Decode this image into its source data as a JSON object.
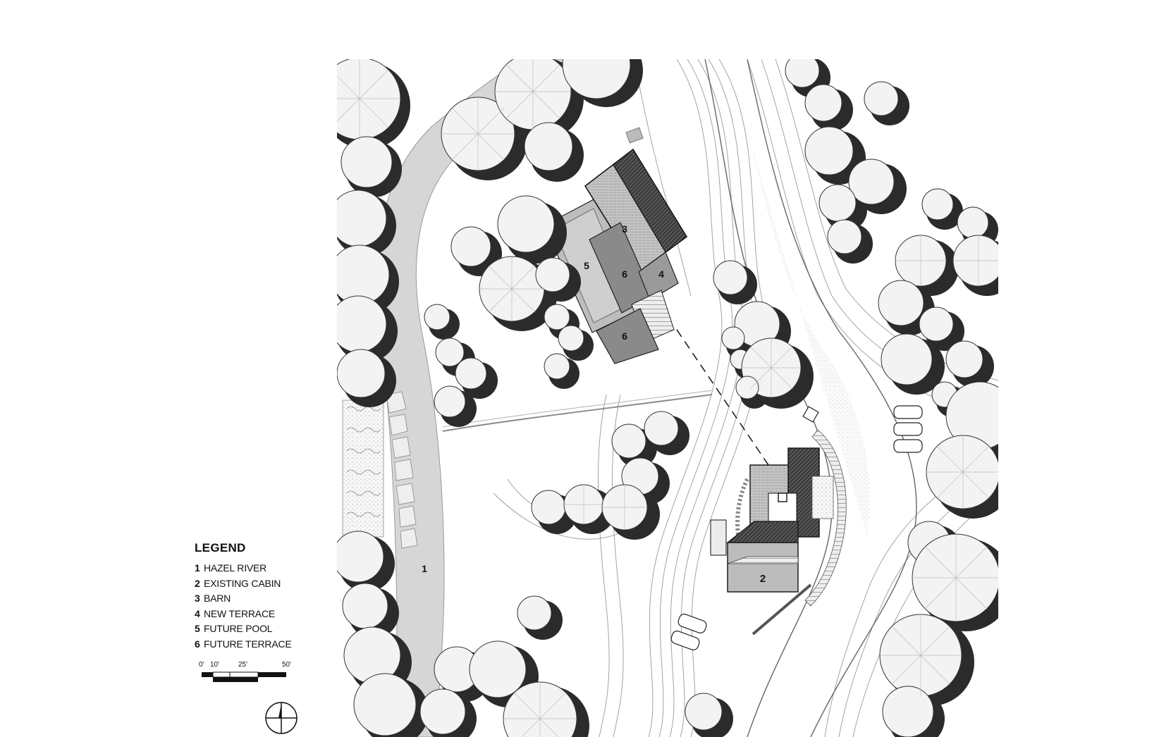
{
  "plan": {
    "labels": {
      "river": "1",
      "cabin": "2",
      "barn": "3",
      "new_terrace": "4",
      "future_pool": "5",
      "future_terrace_upper": "6",
      "future_terrace_lower": "6"
    }
  },
  "legend": {
    "title": "LEGEND",
    "items": [
      {
        "num": "1",
        "label": "HAZEL RIVER"
      },
      {
        "num": "2",
        "label": "EXISTING CABIN"
      },
      {
        "num": "3",
        "label": "BARN"
      },
      {
        "num": "4",
        "label": "NEW TERRACE"
      },
      {
        "num": "5",
        "label": "FUTURE POOL"
      },
      {
        "num": "6",
        "label": "FUTURE TERRACE"
      }
    ]
  },
  "scale": {
    "ticks": [
      "0'",
      "10'",
      "25'",
      "50'"
    ]
  },
  "icons": {
    "north_arrow": "north-arrow-icon"
  },
  "colors": {
    "tree_fill": "#f2f2f2",
    "tree_shadow": "#2b2b2b",
    "river": "#d6d6d6",
    "barn_roof": "#3a3a3a",
    "terrace": "#8a8a8a",
    "pool": "#bdbdbd"
  }
}
